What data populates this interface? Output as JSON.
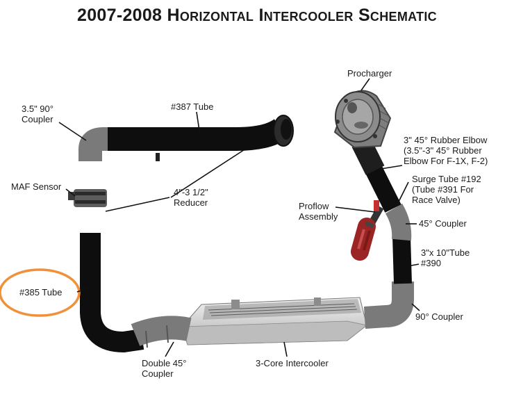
{
  "title": "2007-2008 Horizontal Intercooler Schematic",
  "labels": {
    "procharger": "Procharger",
    "coupler_90_top": "3.5\" 90°\nCoupler",
    "tube_387": "#387 Tube",
    "maf_sensor": "MAF Sensor",
    "reducer": "4\"-3 1/2\"\nReducer",
    "rubber_elbow": "3\" 45° Rubber Elbow\n(3.5\"-3\" 45° Rubber\nElbow For F-1X, F-2)",
    "surge_tube": "Surge Tube #192\n(Tube #391 For\nRace Valve)",
    "proflow": "Proflow\nAssembly",
    "coupler_45": "45° Coupler",
    "tube_390": "3\"x 10\"Tube\n#390",
    "tube_385": "#385 Tube",
    "coupler_90_bottom": "90° Coupler",
    "double_45": "Double 45°\nCoupler",
    "intercooler": "3-Core Intercooler"
  },
  "colors": {
    "highlight_circle": "#f0913a",
    "tube_black": "#0e0e0e",
    "coupler_gray": "#6f6f6f",
    "intercooler_silver": "#d7d7d7"
  }
}
